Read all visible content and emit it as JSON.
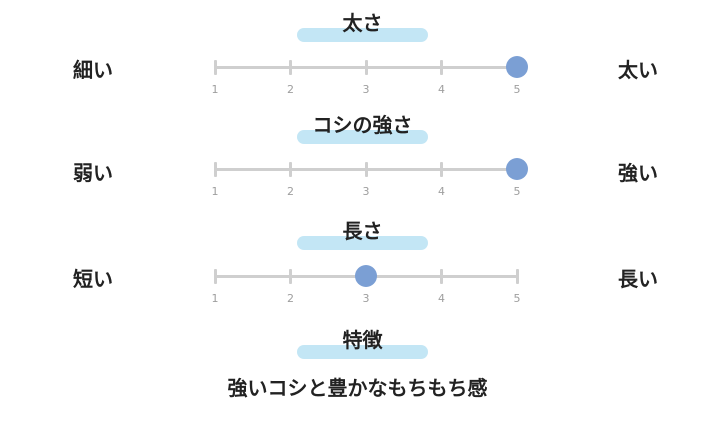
{
  "sections": [
    {
      "title": "太さ",
      "left_label": "細い",
      "right_label": "太い",
      "value": 5
    },
    {
      "title": "コシの強さ",
      "left_label": "弱い",
      "right_label": "強い",
      "value": 5
    },
    {
      "title": "長さ",
      "left_label": "短い",
      "right_label": "長い",
      "value": 3
    }
  ],
  "scale_labels": [
    "1",
    "2",
    "3",
    "4",
    "5"
  ],
  "feature": {
    "title": "特徴",
    "text": "強いコシと豊かなもちもち感"
  },
  "colors": {
    "highlight": "#c3e6f5",
    "knob": "#7b9fd4",
    "track": "#cfcfcf",
    "tick_label": "#9e9e9e",
    "text": "#222222"
  }
}
